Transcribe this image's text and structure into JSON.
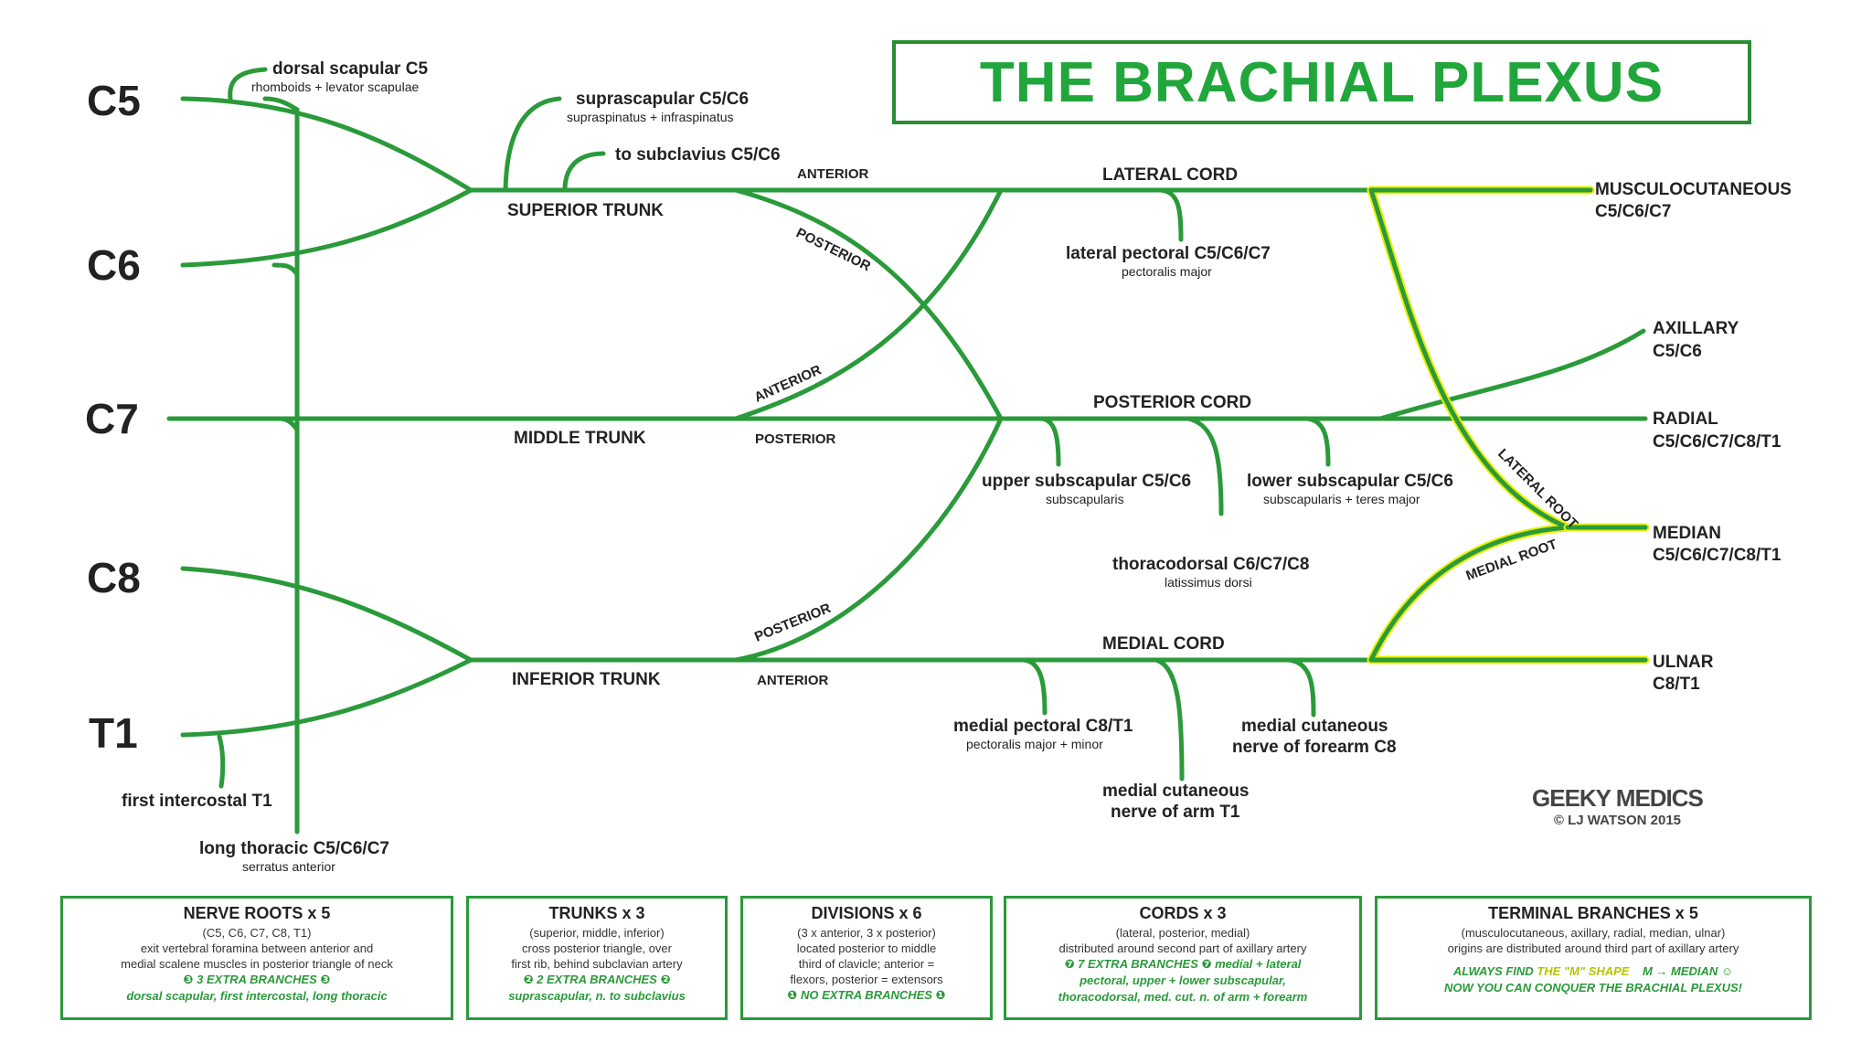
{
  "title": "THE BRACHIAL PLEXUS",
  "roots": [
    "C5",
    "C6",
    "C7",
    "C8",
    "T1"
  ],
  "trunks": {
    "superior": "SUPERIOR TRUNK",
    "middle": "MIDDLE TRUNK",
    "inferior": "INFERIOR TRUNK"
  },
  "divisions": {
    "anterior": "ANTERIOR",
    "posterior": "POSTERIOR"
  },
  "cords": {
    "lateral": "LATERAL CORD",
    "posterior": "POSTERIOR CORD",
    "medial": "MEDIAL CORD"
  },
  "roots_labels": {
    "lateral_root": "LATERAL ROOT",
    "medial_root": "MEDIAL ROOT"
  },
  "branches": {
    "dorsal_scapular": {
      "name": "dorsal scapular C5",
      "sub": "rhomboids + levator scapulae"
    },
    "suprascapular": {
      "name": "suprascapular C5/C6",
      "sub": "supraspinatus + infraspinatus"
    },
    "subclavius": {
      "name": "to subclavius C5/C6"
    },
    "lateral_pectoral": {
      "name": "lateral pectoral C5/C6/C7",
      "sub": "pectoralis major"
    },
    "upper_subscapular": {
      "name": "upper subscapular C5/C6",
      "sub": "subscapularis"
    },
    "lower_subscapular": {
      "name": "lower subscapular C5/C6",
      "sub": "subscapularis + teres major"
    },
    "thoracodorsal": {
      "name": "thoracodorsal C6/C7/C8",
      "sub": "latissimus dorsi"
    },
    "medial_pectoral": {
      "name": "medial pectoral C8/T1",
      "sub": "pectoralis major + minor"
    },
    "medial_cut_forearm": {
      "name1": "medial cutaneous",
      "name2": "nerve of forearm C8"
    },
    "medial_cut_arm": {
      "name1": "medial cutaneous",
      "name2": "nerve of arm T1"
    },
    "first_intercostal": {
      "name": "first intercostal T1"
    },
    "long_thoracic": {
      "name": "long thoracic C5/C6/C7",
      "sub": "serratus anterior"
    }
  },
  "terminals": [
    {
      "name": "MUSCULOCUTANEOUS",
      "roots": "C5/C6/C7"
    },
    {
      "name": "AXILLARY",
      "roots": "C5/C6"
    },
    {
      "name": "RADIAL",
      "roots": "C5/C6/C7/C8/T1"
    },
    {
      "name": "MEDIAN",
      "roots": "C5/C6/C7/C8/T1"
    },
    {
      "name": "ULNAR",
      "roots": "C8/T1"
    }
  ],
  "logo": {
    "main": "GEEKY MEDICS",
    "sub": "© LJ WATSON 2015"
  },
  "summary": [
    {
      "heading": "NERVE ROOTS x 5",
      "lines": [
        "(C5, C6, C7, C8, T1)",
        "exit vertebral foramina between anterior and",
        "medial scalene muscles in posterior triangle of neck"
      ],
      "green": [
        "❸ 3 EXTRA BRANCHES ❸",
        "dorsal scapular, first intercostal, long thoracic"
      ]
    },
    {
      "heading": "TRUNKS x 3",
      "lines": [
        "(superior, middle, inferior)",
        "cross posterior triangle, over",
        "first rib, behind subclavian artery"
      ],
      "green": [
        "❷ 2 EXTRA BRANCHES ❷",
        "suprascapular, n. to subclavius"
      ]
    },
    {
      "heading": "DIVISIONS x 6",
      "lines": [
        "(3 x anterior, 3 x posterior)",
        "located posterior to middle",
        "third of clavicle; anterior =",
        "flexors, posterior = extensors"
      ],
      "green": [
        "❶ NO EXTRA BRANCHES ❶"
      ]
    },
    {
      "heading": "CORDS x 3",
      "lines": [
        "(lateral, posterior, medial)",
        "distributed around second part of axillary artery"
      ],
      "green": [
        "❼ 7 EXTRA BRANCHES ❼ medial + lateral",
        "pectoral, upper + lower subscapular,",
        "thoracodorsal, med. cut. n. of arm + forearm"
      ]
    },
    {
      "heading": "TERMINAL BRANCHES x 5",
      "lines": [
        "(musculocutaneous, axillary, radial, median, ulnar)",
        "origins are distributed around third part of axillary artery"
      ],
      "green": [
        "ALWAYS FIND ",
        "THE \"M\" SHAPE",
        "M → MEDIAN ☺",
        "NOW YOU CAN CONQUER THE BRACHIAL PLEXUS!"
      ]
    }
  ],
  "colors": {
    "green": "#2a9a3a",
    "title_green": "#21a63b",
    "yellow": "#e8f000"
  }
}
